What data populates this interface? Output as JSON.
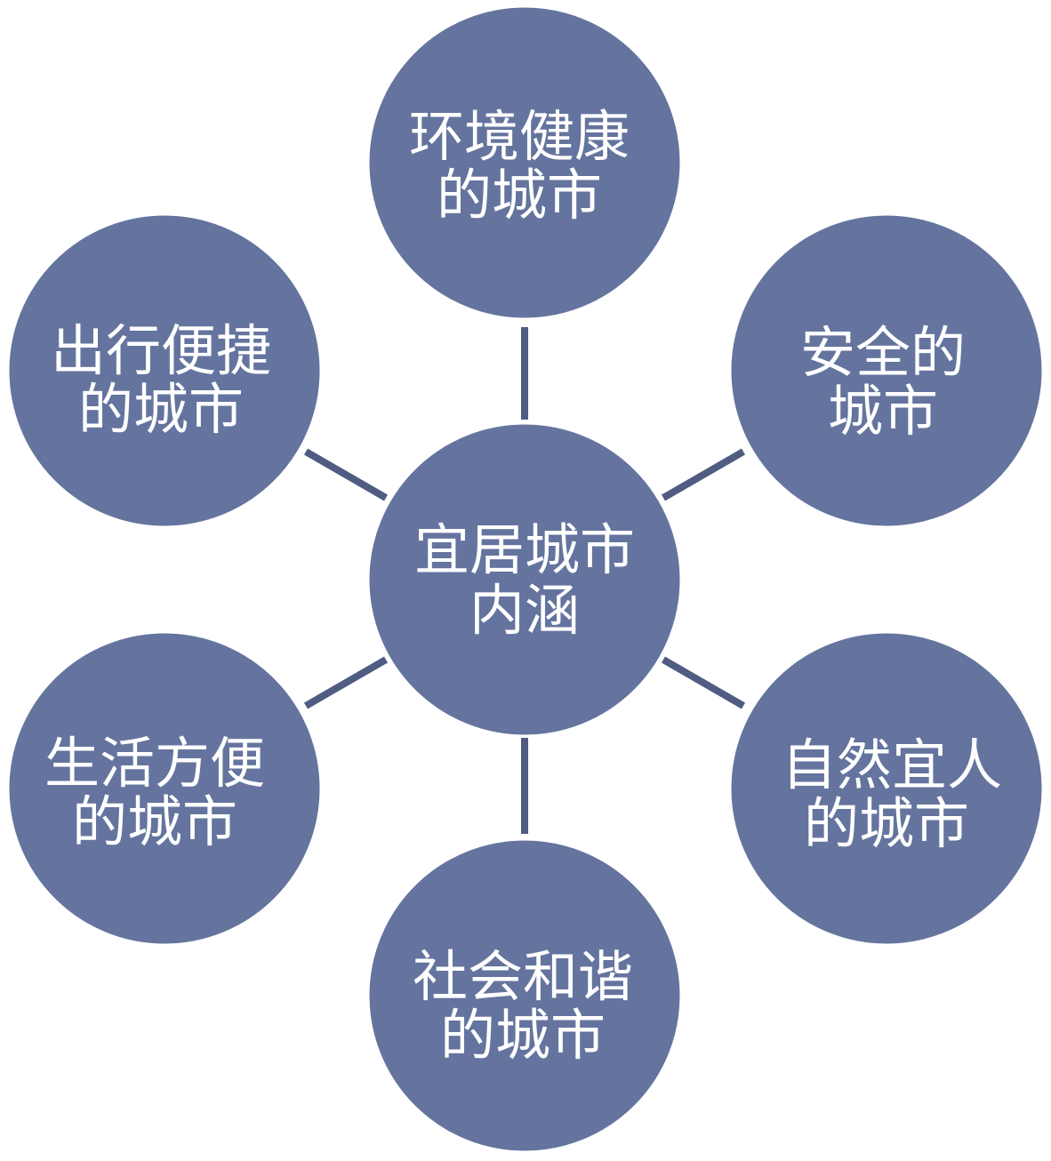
{
  "center": {
    "line1": "宜居城市",
    "line2": "内涵"
  },
  "nodes": [
    {
      "id": "top",
      "line1": "环境健康",
      "line2": "的城市"
    },
    {
      "id": "top-right",
      "line1": "安全的",
      "line2": "城市"
    },
    {
      "id": "bottom-right",
      "line1": "自然宜人",
      "line2": "的城市"
    },
    {
      "id": "bottom",
      "line1": "社会和谐",
      "line2": "的城市"
    },
    {
      "id": "bottom-left",
      "line1": "生活方便",
      "line2": "的城市"
    },
    {
      "id": "top-left",
      "line1": "出行便捷",
      "line2": "的城市"
    }
  ],
  "colors": {
    "node_fill": "#64749e",
    "connector": "#505c82",
    "text": "#ffffff"
  }
}
